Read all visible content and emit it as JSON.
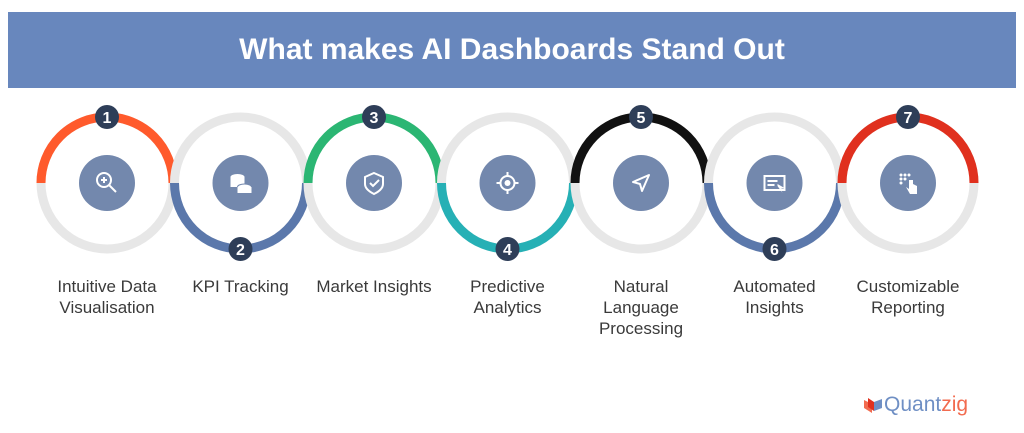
{
  "title": "What makes AI Dashboards Stand Out",
  "steps": [
    {
      "number": "1",
      "label": "Intuitive Data Visualisation",
      "icon": "zoom-in-icon",
      "color": "#ff5a2c",
      "arc": "top"
    },
    {
      "number": "2",
      "label": "KPI Tracking",
      "icon": "coins-icon",
      "color": "#5b78ab",
      "arc": "bottom"
    },
    {
      "number": "3",
      "label": "Market Insights",
      "icon": "shield-check-icon",
      "color": "#2bb673",
      "arc": "top"
    },
    {
      "number": "4",
      "label": "Predictive Analytics",
      "icon": "target-icon",
      "color": "#26b0b5",
      "arc": "bottom"
    },
    {
      "number": "5",
      "label": "Natural Language Processing",
      "icon": "navigation-icon",
      "color": "#111111",
      "arc": "top"
    },
    {
      "number": "6",
      "label": "Automated Insights",
      "icon": "browser-click-icon",
      "color": "#5b78ab",
      "arc": "bottom"
    },
    {
      "number": "7",
      "label": "Customizable Reporting",
      "icon": "keypad-touch-icon",
      "color": "#e0301e",
      "arc": "top"
    }
  ],
  "logo": {
    "part1": "Quant",
    "part2": "zig"
  }
}
